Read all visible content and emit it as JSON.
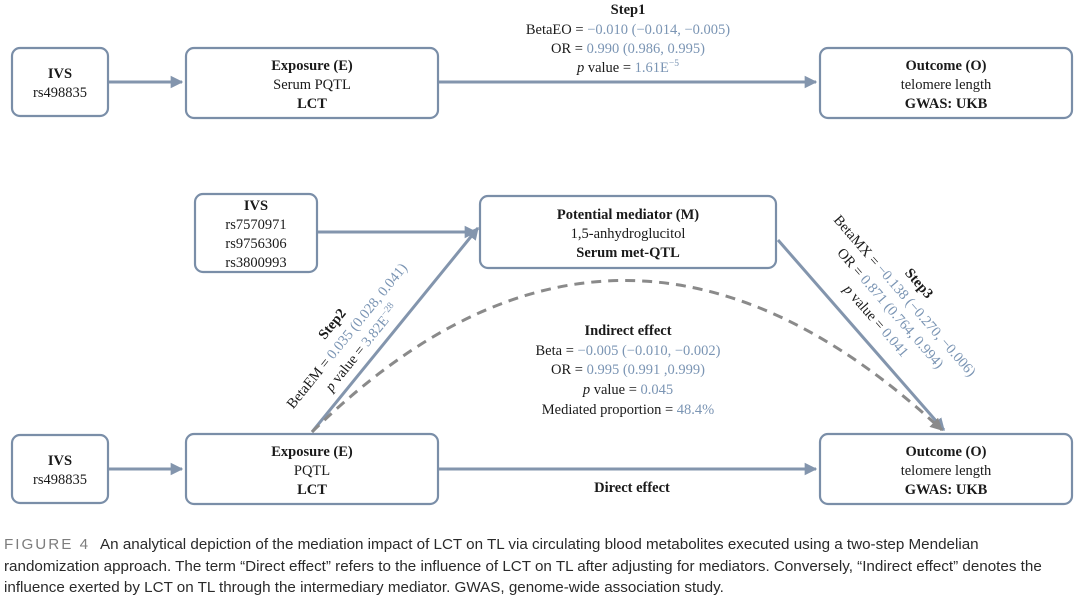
{
  "top": {
    "ivs": {
      "title": "IVS",
      "snp": "rs498835"
    },
    "exposure": {
      "title": "Exposure (E)",
      "sub": "Serum PQTL",
      "gene": "LCT"
    },
    "outcome": {
      "title": "Outcome (O)",
      "sub": "telomere length",
      "source": "GWAS: UKB"
    },
    "step1": {
      "title": "Step1",
      "beta_label": "BetaEO = ",
      "beta_value": "−0.010 (−0.014, −0.005)",
      "or_label": "OR = ",
      "or_value": "0.990 (0.986, 0.995)",
      "p_italic": "p",
      "p_label": " value = ",
      "p_value": "1.61E",
      "p_exp": "−5"
    }
  },
  "bottom": {
    "ivs_m": {
      "title": "IVS",
      "snps": [
        "rs7570971",
        "rs9756306",
        "rs3800993"
      ]
    },
    "mediator": {
      "title": "Potential mediator (M)",
      "sub": "1,5-anhydroglucitol",
      "source": "Serum met-QTL"
    },
    "ivs": {
      "title": "IVS",
      "snp": "rs498835"
    },
    "exposure": {
      "title": "Exposure (E)",
      "sub": "PQTL",
      "gene": "LCT"
    },
    "outcome": {
      "title": "Outcome (O)",
      "sub": "telomere length",
      "source": "GWAS: UKB"
    },
    "direct_label": "Direct effect",
    "step2": {
      "title": "Step2",
      "beta_label": "BetaEM = ",
      "beta_value": "0.035 (0.028, 0.041)",
      "p_italic": "p",
      "p_label": " value = ",
      "p_value": "3.82E",
      "p_exp": "−28"
    },
    "step3": {
      "title": "Step3",
      "beta_label": "BetaMX = ",
      "beta_value": "−0.138 (−0.270, −0.006)",
      "or_label": "OR = ",
      "or_value": "0.871 (0.764, 0.994)",
      "p_italic": "p",
      "p_label": " value = ",
      "p_value": "0.041"
    },
    "indirect": {
      "title": "Indirect effect",
      "beta_label": "Beta = ",
      "beta_value": "−0.005 (−0.010, −0.002)",
      "or_label": "OR = ",
      "or_value": "0.995 (0.991 ,0.999)",
      "p_italic": "p",
      "p_label": " value = ",
      "p_value": "0.045",
      "prop_label": "Mediated proportion = ",
      "prop_value": "48.4%"
    }
  },
  "caption": {
    "label": "FIGURE 4",
    "text": "An analytical depiction of the mediation impact of LCT on TL via circulating blood metabolites executed using a two-step Mendelian randomization approach. The term “Direct effect” refers to the influence of LCT on TL after adjusting for mediators. Conversely, “Indirect effect” denotes the influence exerted by LCT on TL through the intermediary mediator. GWAS, genome-wide association study."
  },
  "colors": {
    "box_stroke": "#7a8ea8",
    "arrow": "#8395ad",
    "value_text": "#7b95b4",
    "dashed": "#8a8a8a"
  }
}
